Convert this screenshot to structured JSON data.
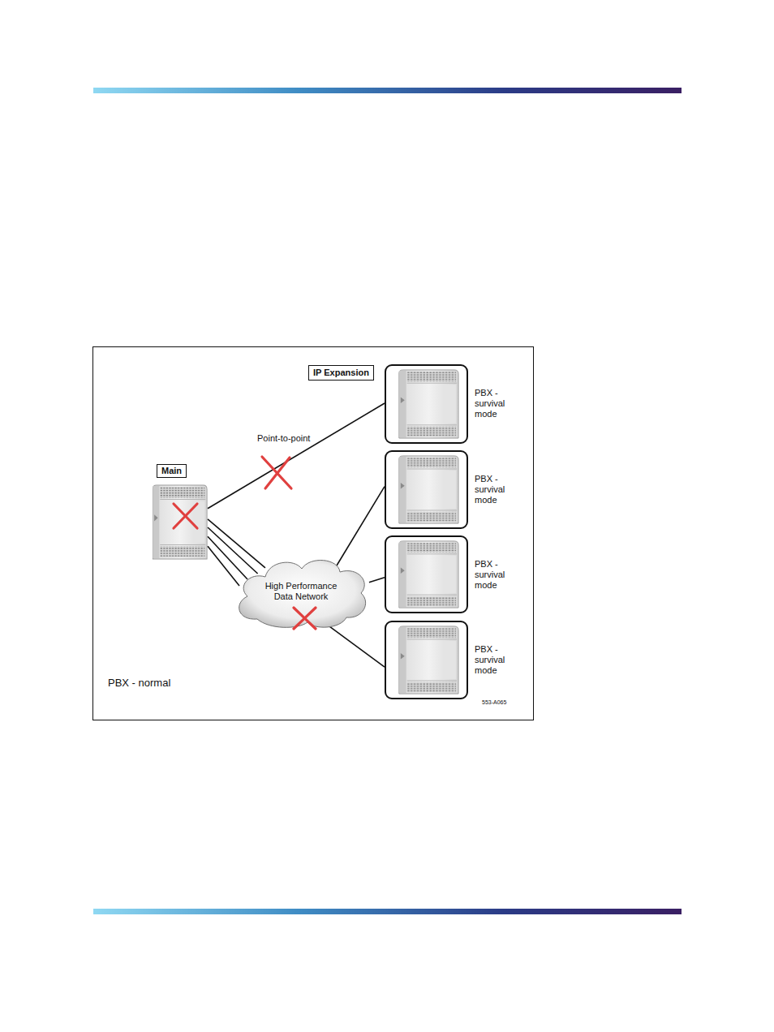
{
  "diagram": {
    "nodes": [
      {
        "text": [
          "IP Expansion"
        ]
      },
      {
        "text": [
          "PBX - survival mode"
        ]
      },
      {
        "text": [
          "Main"
        ]
      },
      {
        "text": [
          "PBX - survival mode"
        ]
      },
      {
        "text": [
          "High Performance Data Network"
        ]
      },
      {
        "text": [
          "PBX - survival mode"
        ]
      },
      {
        "text": [
          "PBX - survival mode"
        ]
      }
    ],
    "edges": [
      {
        "from": 2,
        "to": 1,
        "label": "Point-to-point",
        "arrow": "none"
      },
      {
        "from": 2,
        "to": 4,
        "arrow": "none"
      },
      {
        "from": 2,
        "to": 4,
        "arrow": "none"
      },
      {
        "from": 2,
        "to": 4,
        "arrow": "none"
      },
      {
        "from": 2,
        "to": 4,
        "arrow": "none"
      },
      {
        "from": 4,
        "to": 3,
        "arrow": "none"
      },
      {
        "from": 4,
        "to": 5,
        "arrow": "none"
      },
      {
        "from": 4,
        "to": 6,
        "arrow": "none"
      }
    ],
    "labels": [
      "PBX - normal",
      "553-A065"
    ]
  }
}
